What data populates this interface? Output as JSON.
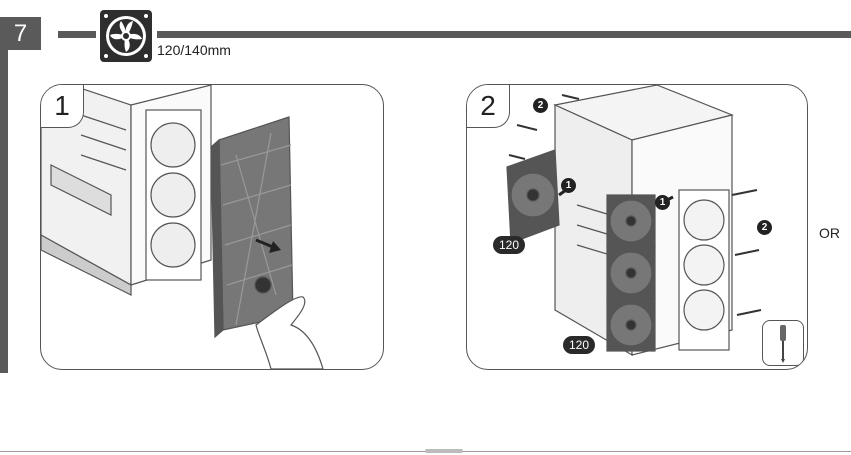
{
  "step": {
    "number": "7"
  },
  "header": {
    "icon": "case-fan-icon",
    "fan_size": "120/140mm"
  },
  "panels": [
    {
      "number": "1",
      "illustration": "remove-front-panel"
    },
    {
      "number": "2",
      "illustration": "install-front-fans",
      "fan_labels": [
        "120",
        "120"
      ],
      "callouts": [
        "1",
        "2",
        "1",
        "2"
      ],
      "tool_icon": "screwdriver-icon"
    }
  ],
  "alternative": {
    "label": "OR"
  },
  "colors": {
    "header_bar": "#5a5a5a",
    "panel_border": "#555555",
    "tag_fill": "#2a2a2a"
  }
}
